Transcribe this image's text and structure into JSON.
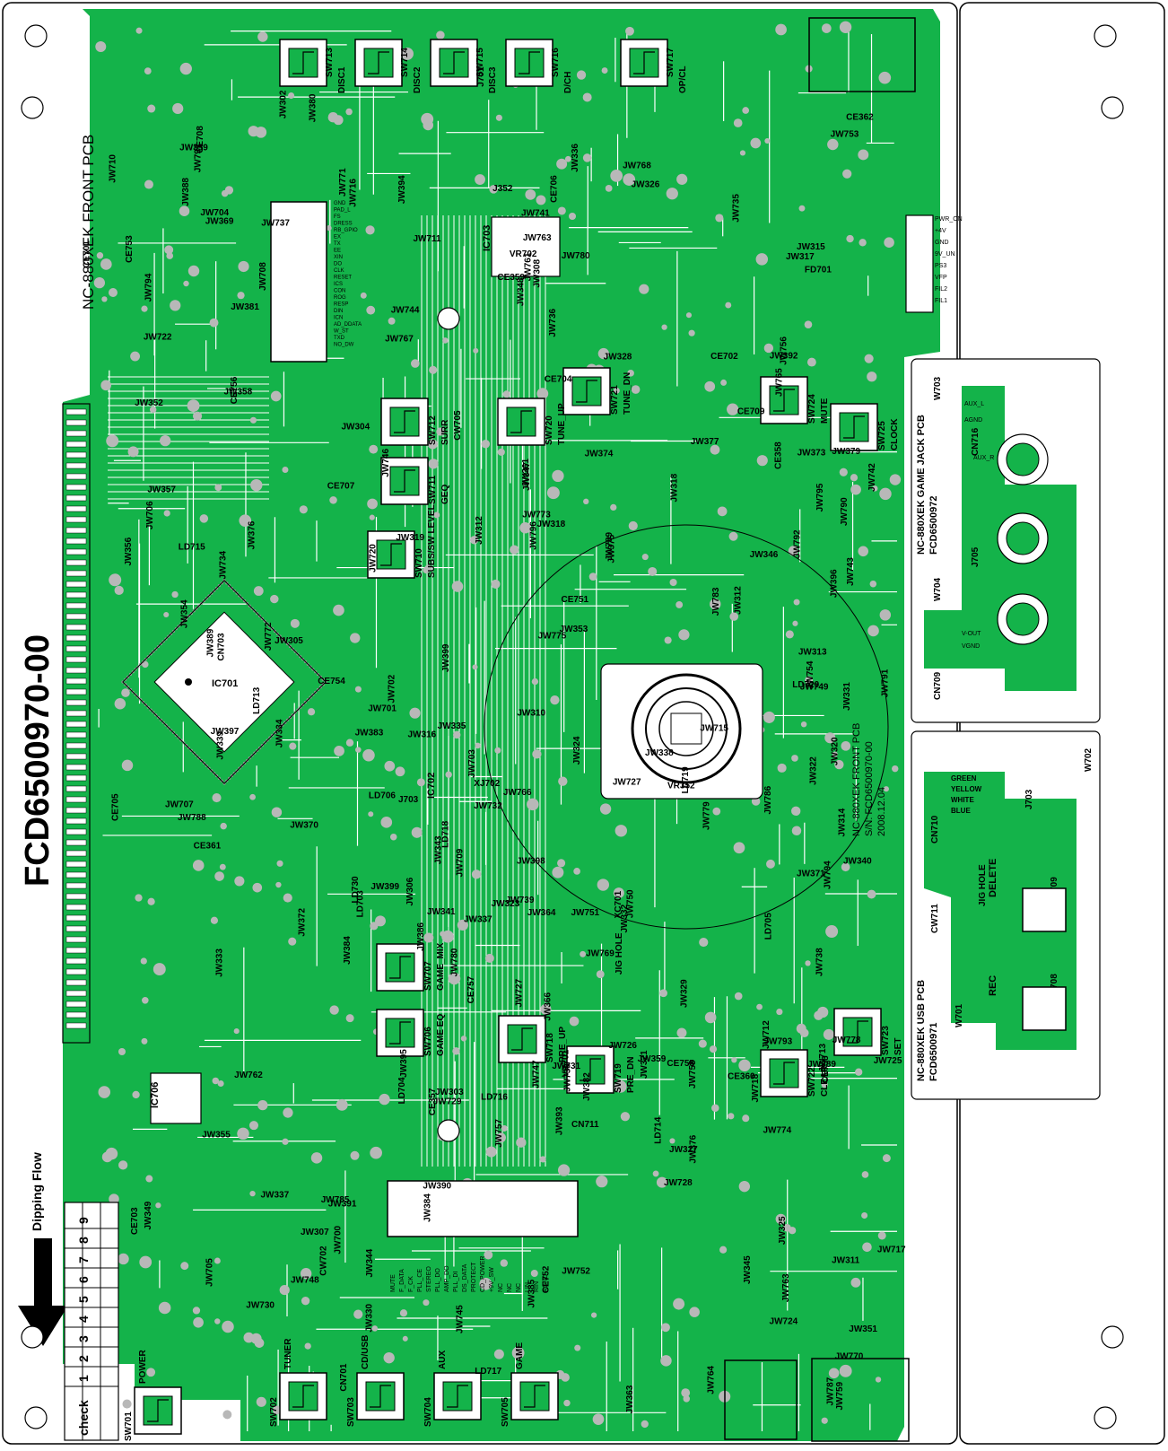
{
  "colors": {
    "copper": "#14b34a",
    "copper_dark": "#0f9a3e",
    "pad": "#b8b8b8",
    "outline": "#000000",
    "paper": "#ffffff"
  },
  "board_code": "FCD6500970-00",
  "main_pcb_label": "NC-880XEK FRONT PCB",
  "main_pcb_block": [
    "NC-880XEK FRONT PCB",
    "S/N: FCD6500970-00",
    "2008.12.04"
  ],
  "game_jack_pcb": {
    "lines": [
      "NC-880XEK GAME JACK PCB",
      "FCD6500972"
    ],
    "pin_labels": [
      "AUX_L",
      "AGND",
      "AUX_R",
      "V-OUT",
      "VGND"
    ],
    "parts": [
      "W703",
      "CN716",
      "J705",
      "W704",
      "CN709"
    ]
  },
  "usb_pcb": {
    "lines": [
      "NC-880XEK USB PCB",
      "FCD6500971"
    ],
    "wire_colors": [
      "GREEN",
      "YELLOW",
      "WHITE",
      "BLUE"
    ],
    "parts": [
      "W702",
      "CN710",
      "J703",
      "CW711",
      "SW709",
      "SW708",
      "W701",
      "JIG HOLE"
    ],
    "switch_labels": [
      "DELETE",
      "REC"
    ]
  },
  "dipping_flow": "Dipping Flow",
  "check_table": {
    "header": "check",
    "numbers": [
      "1",
      "2",
      "3",
      "4",
      "5",
      "6",
      "7",
      "8",
      "9"
    ]
  },
  "top_switches": [
    {
      "ref": "SW713",
      "label": "DISC1"
    },
    {
      "ref": "SW714",
      "label": "DISC2"
    },
    {
      "ref": "SW715",
      "label": "DISC3"
    },
    {
      "ref": "SW716",
      "label": "D/CH"
    },
    {
      "ref": "SW717",
      "label": "OP/CL"
    }
  ],
  "mid_switches": [
    {
      "ref": "SW712",
      "label": "SURR"
    },
    {
      "ref": "SW711",
      "label": "GEQ"
    },
    {
      "ref": "SW710",
      "label": "SUBS/SW LEVEL"
    },
    {
      "ref": "SW720",
      "label": "TUNE_UP"
    },
    {
      "ref": "SW721",
      "label": "TUNE_DN"
    },
    {
      "ref": "SW724",
      "label": "MUTE"
    },
    {
      "ref": "SW725",
      "label": "CLOCK"
    },
    {
      "ref": "SW707",
      "label": "GAME_MIX"
    },
    {
      "ref": "SW706",
      "label": "GAME EQ"
    },
    {
      "ref": "SW718",
      "label": "PRE_UP"
    },
    {
      "ref": "SW719",
      "label": "PRE_DN"
    },
    {
      "ref": "SW722",
      "label": "CLEAR"
    },
    {
      "ref": "SW723",
      "label": "SET"
    }
  ],
  "bottom_switches": [
    {
      "ref": "SW701",
      "label": "POWER"
    },
    {
      "ref": "SW702",
      "label": "TUNER"
    },
    {
      "ref": "SW703",
      "label": "CD/USB"
    },
    {
      "ref": "SW704",
      "label": "AUX"
    },
    {
      "ref": "SW705",
      "label": "GAME"
    }
  ],
  "ics": [
    {
      "ref": "IC701"
    },
    {
      "ref": "IC702"
    },
    {
      "ref": "IC703"
    },
    {
      "ref": "IC706"
    }
  ],
  "connectors": [
    "CN703",
    "CN701",
    "CN711",
    "CW705",
    "CW702",
    "J701",
    "J352",
    "VR352",
    "VR701",
    "VR702",
    "FD701"
  ],
  "leds": [
    "LD713",
    "LD714",
    "LD715",
    "LD716",
    "LD717",
    "LD718",
    "LD719",
    "LD720",
    "LD730",
    "LD703",
    "LD704",
    "LD705",
    "LD706"
  ],
  "caps": [
    "CE705",
    "CE757",
    "CE753",
    "CE756",
    "CE754",
    "CE702",
    "CE703",
    "CE752",
    "CE755",
    "CE758",
    "CE751",
    "CE708",
    "CE701",
    "CE706",
    "CE707",
    "CE704",
    "CE709",
    "CE357",
    "CE358",
    "CE359",
    "CE360",
    "CE361",
    "CE362"
  ],
  "jumpers_left": [
    "JW333",
    "JW358",
    "JW707",
    "JW710",
    "JW722",
    "JW706",
    "JW705",
    "JW734",
    "JW737",
    "JW339",
    "JW359",
    "JW704",
    "JW388",
    "JW389",
    "JW788",
    "JW349",
    "JW355",
    "JW762",
    "JW794",
    "JW354",
    "JW730",
    "JW381",
    "JW397",
    "JW376",
    "JW708",
    "JW357",
    "JW352",
    "JW356",
    "JW369",
    "JW337",
    "JW797"
  ],
  "jumpers_center": [
    "JW308",
    "JW702",
    "JW316",
    "JW306",
    "JW361",
    "JW307",
    "JW390",
    "JW343",
    "JW703",
    "JW716",
    "JW323",
    "JW341",
    "JW334",
    "JW337",
    "JW310",
    "JW305",
    "JW384",
    "JW347",
    "JW394",
    "JW709",
    "JW796",
    "JW780",
    "JW771",
    "JW785",
    "JW766",
    "JW335",
    "JW761",
    "JW391",
    "JW348",
    "JW720",
    "JW748",
    "JW746",
    "JW757",
    "JW745",
    "JW744",
    "JW395",
    "JW304",
    "JW380",
    "JW399",
    "JW302",
    "JW741",
    "JW711",
    "JW701",
    "JW739",
    "JW330",
    "JW344",
    "JW700",
    "JW319",
    "JW399",
    "JW767",
    "JW772",
    "JW303",
    "JW386",
    "JW383",
    "JW384",
    "JW364",
    "JW729",
    "JW732",
    "JW312",
    "JW370",
    "JW372"
  ],
  "jumpers_right": [
    "JW768",
    "JW763",
    "JW373",
    "JW770",
    "JW371",
    "JW340",
    "JW346",
    "JW318",
    "JW325",
    "JW331",
    "JW338",
    "JW783",
    "JW314",
    "JW313",
    "JW312",
    "JW311",
    "JW790",
    "JW780",
    "JW727",
    "JW791",
    "JW728",
    "JW765",
    "JW326",
    "JW718",
    "JW731",
    "JW353",
    "JW736",
    "JW715",
    "JW712",
    "JW318",
    "JW366",
    "JW374",
    "JW749",
    "JW769",
    "JW742",
    "JW327",
    "JW398",
    "JW336",
    "JW332",
    "JW713",
    "JW393",
    "JW392",
    "JW396",
    "JW747",
    "JW389",
    "JW321",
    "JW328",
    "JW320",
    "JW735",
    "JW743",
    "JW733",
    "JW738",
    "JW727",
    "JW725",
    "JW726",
    "JW345",
    "JW329",
    "JW324",
    "JW382",
    "JW717",
    "JW379",
    "JW375",
    "JW786",
    "JW377",
    "JW385",
    "JW351",
    "JW359",
    "JW778",
    "JW795",
    "JW724",
    "JW787",
    "JW763",
    "JW315",
    "JW363",
    "JW759",
    "JW322",
    "JW764",
    "JW376",
    "JW775",
    "JW756",
    "JW794",
    "JW753",
    "JW752",
    "JW751",
    "JW750",
    "JW773",
    "JW317",
    "JW754",
    "JW793",
    "JW792",
    "JW758",
    "JW789",
    "JW779",
    "JW774"
  ],
  "cw702_pins": [
    "MUTE",
    "F_DATA",
    "F_CK",
    "PLL_CE",
    "STEREO",
    "PLL_DO",
    "AMP_DO",
    "PLL_DI",
    "DS_DATA",
    "PROTECT",
    "CD_POWER",
    "+9V_SW",
    "NC",
    "NC",
    "NC",
    "LIN",
    "RIN",
    "AGND"
  ],
  "cn703_pins": [
    "GND",
    "PAD_L",
    "FS",
    "DRESS",
    "RB_GPIO",
    "EX",
    "TX",
    "EE",
    "XIN",
    "DO",
    "CLK",
    "RESET",
    "ICS",
    "CON",
    "ROG",
    "RESP",
    "DIN",
    "ICN",
    "AD_DDATA",
    "W_ST",
    "TXD",
    "NO_DW"
  ],
  "cn701_pins": [
    "PWR_ON",
    "+4V",
    "GND",
    "9V_UN",
    "PS3",
    "VFP",
    "FIL2",
    "FIL1"
  ],
  "misc_labels": [
    "JIG HOLE",
    "XC701",
    "XJ702",
    "J703"
  ]
}
